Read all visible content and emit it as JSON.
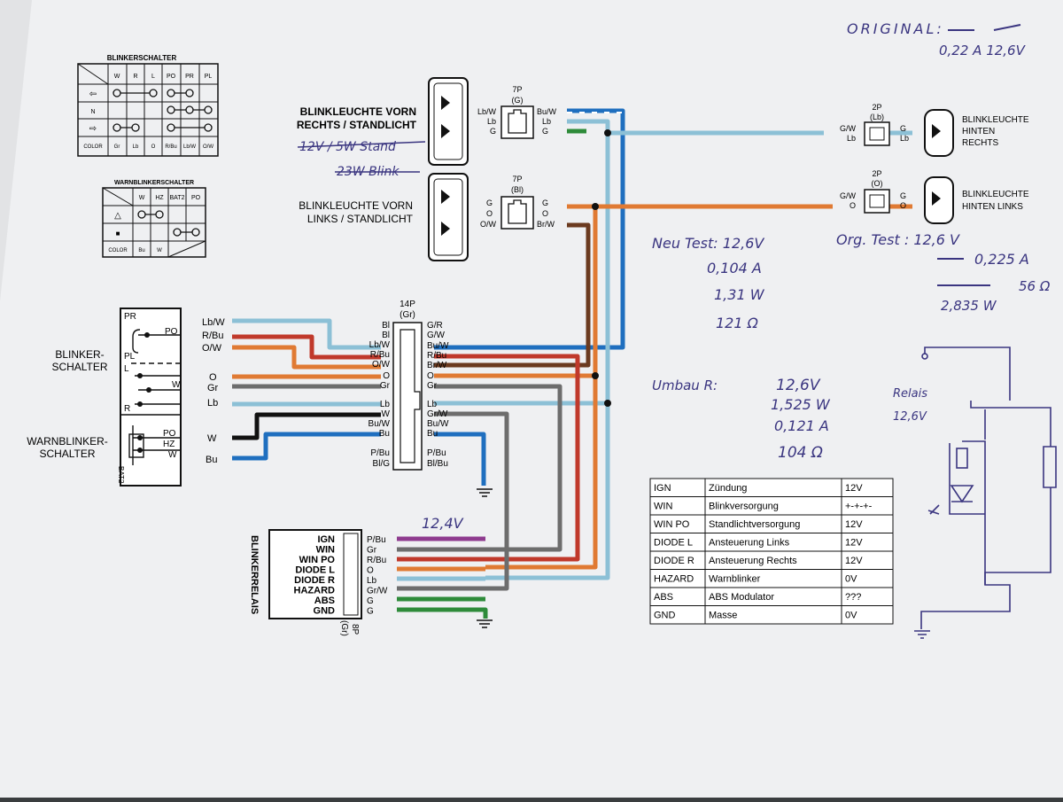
{
  "colors": {
    "paper": "#f1f2f4",
    "ink": "#111111",
    "pen": "#3a3580",
    "wire_lb": "#8cc0d6",
    "wire_bu": "#1f6fbf",
    "wire_r": "#c0392b",
    "wire_o": "#e07a33",
    "wire_gr": "#6d6d6d",
    "wire_br": "#6b3a1f",
    "wire_g": "#2e8b3a",
    "wire_p": "#8e3a8e",
    "wire_w": "#ffffff"
  },
  "blinkerschalter_table": {
    "title": "BLINKERSCHALTER",
    "headers": [
      "W",
      "R",
      "L",
      "PO",
      "PR",
      "PL"
    ],
    "rows": [
      "⇦",
      "N",
      "⇨"
    ],
    "color_row": [
      "COLOR",
      "Gr",
      "Lb",
      "O",
      "R/Bu",
      "Lb/W",
      "O/W"
    ]
  },
  "warnblinker_table": {
    "title": "WARNBLINKERSCHALTER",
    "headers": [
      "W",
      "HZ",
      "BAT2",
      "PO"
    ],
    "rows": [
      "△",
      "■"
    ],
    "color_row": [
      "COLOR",
      "Bu",
      "W"
    ]
  },
  "front_right": {
    "label_line1": "BLINKLEUCHTE VORN",
    "label_line2": "RECHTS / STANDLICHT",
    "connector": "7P",
    "connector_color": "(G)",
    "left_pins": [
      "Lb/W",
      "Lb",
      "G"
    ],
    "right_pins": [
      "Bu/W",
      "Lb",
      "G"
    ],
    "note1": "12V / 5W Stand",
    "note2": "23W Blink"
  },
  "front_left": {
    "label_line1": "BLINKLEUCHTE VORN",
    "label_line2": "LINKS / STANDLICHT",
    "connector": "7P",
    "connector_color": "(Bl)",
    "left_pins": [
      "G",
      "O",
      "O/W"
    ],
    "right_pins": [
      "G",
      "O",
      "Br/W"
    ]
  },
  "rear_right": {
    "connector": "2P",
    "connector_color": "(Lb)",
    "left_pins": [
      "G/W",
      "Lb"
    ],
    "right_pins": [
      "G",
      "Lb"
    ],
    "label": [
      "BLINKLEUCHTE",
      "HINTEN",
      "RECHTS"
    ]
  },
  "rear_left": {
    "connector": "2P",
    "connector_color": "(O)",
    "left_pins": [
      "G/W",
      "O"
    ],
    "right_pins": [
      "G",
      "O"
    ],
    "label": [
      "BLINKLEUCHTE",
      "HINTEN LINKS"
    ]
  },
  "switch_block": {
    "blinker_label": [
      "BLINKER-",
      "SCHALTER"
    ],
    "warn_label": [
      "WARNBLINKER-",
      "SCHALTER"
    ],
    "contacts": [
      "PR",
      "PO",
      "PL",
      "L",
      "W",
      "R"
    ],
    "warn_contacts": [
      "PO",
      "HZ",
      "W",
      "BAT2"
    ],
    "wires": [
      "Lb/W",
      "R/Bu",
      "O/W",
      "O",
      "Gr",
      "Lb",
      "W",
      "Bu"
    ]
  },
  "connector_14p": {
    "title": "14P",
    "subtitle": "(Gr)",
    "left_pins": [
      "Bl",
      "Bl",
      "Lb/W",
      "R/Bu",
      "O/W",
      "O",
      "Gr",
      "Lb",
      "W",
      "Bu/W",
      "Bu",
      "P/Bu",
      "Bl/G"
    ],
    "right_pins": [
      "G/R",
      "G/W",
      "Bu/W",
      "R/Bu",
      "Br/W",
      "O",
      "Gr",
      "Lb",
      "Gr/W",
      "Bu/W",
      "Bu",
      "P/Bu",
      "Bl/Bu"
    ]
  },
  "relay": {
    "label": "BLINKERRELAIS",
    "connector": "8P",
    "connector_color": "(Gr)",
    "pins": [
      "IGN",
      "WIN",
      "WIN PO",
      "DIODE L",
      "DIODE R",
      "HAZARD",
      "ABS",
      "GND"
    ],
    "wires": [
      "P/Bu",
      "Gr",
      "R/Bu",
      "O",
      "Lb",
      "Gr/W",
      "G",
      "G"
    ],
    "voltage_note": "12,4V"
  },
  "pin_table": [
    {
      "pin": "IGN",
      "desc": "Zündung",
      "val": "12V"
    },
    {
      "pin": "WIN",
      "desc": "Blinkversorgung",
      "val": "+-+-+-"
    },
    {
      "pin": "WIN PO",
      "desc": "Standlichtversorgung",
      "val": "12V"
    },
    {
      "pin": "DIODE L",
      "desc": "Ansteuerung Links",
      "val": "12V"
    },
    {
      "pin": "DIODE R",
      "desc": "Ansteuerung Rechts",
      "val": "12V"
    },
    {
      "pin": "HAZARD",
      "desc": "Warnblinker",
      "val": "0V"
    },
    {
      "pin": "ABS",
      "desc": "ABS Modulator",
      "val": "???"
    },
    {
      "pin": "GND",
      "desc": "Masse",
      "val": "0V"
    }
  ],
  "notes": {
    "original_line1": "ORIGINAL:",
    "original_line2": "0,22 A    12,6V",
    "neu_test": [
      "Neu Test: 12,6V",
      "0,104 A",
      "1,31 W",
      "121 Ω"
    ],
    "org_test": [
      "Org. Test : 12,6 V",
      "0,225 A",
      "56 Ω",
      "2,835 W"
    ],
    "umbau": [
      "Umbau R:",
      "12,6V",
      "1,525 W",
      "0,121 A",
      "104 Ω"
    ],
    "relais": [
      "Relais",
      "12,6V"
    ]
  }
}
